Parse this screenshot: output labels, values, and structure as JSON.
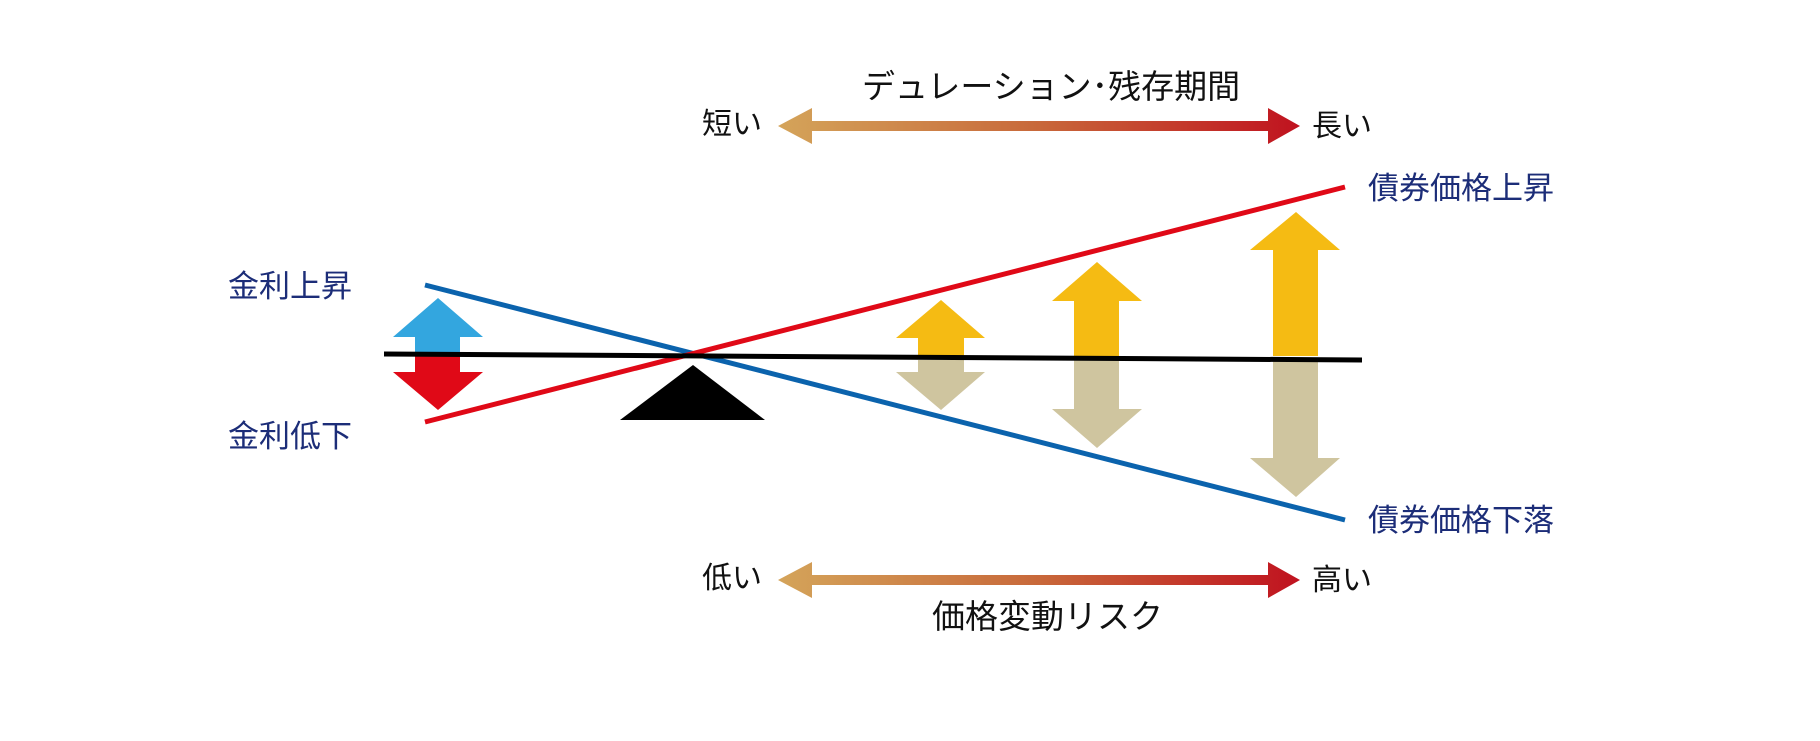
{
  "duration_axis": {
    "title": "デュレーション･残存期間",
    "left_label": "短い",
    "right_label": "長い"
  },
  "risk_axis": {
    "title": "価格変動リスク",
    "left_label": "低い",
    "right_label": "高い"
  },
  "interest_rate": {
    "up_label": "金利上昇",
    "down_label": "金利低下"
  },
  "bond_price": {
    "up_label": "債券価格上昇",
    "down_label": "債券価格下落"
  },
  "arrows": {
    "up_sizes": [
      "small",
      "medium",
      "large"
    ],
    "down_sizes": [
      "small",
      "medium",
      "large"
    ]
  },
  "colors": {
    "gradient_start": "#d4a45a",
    "gradient_mid": "#c8683a",
    "gradient_end": "#c0121f",
    "rate_up_arrow": "#33a6df",
    "rate_down_arrow": "#e00917",
    "price_up_arrow": "#f5bb13",
    "price_down_arrow": "#cfc59f",
    "price_up_line": "#e0101e",
    "price_down_line": "#0b63ad",
    "beam": "#000000",
    "label_navy": "#1c2d78"
  }
}
